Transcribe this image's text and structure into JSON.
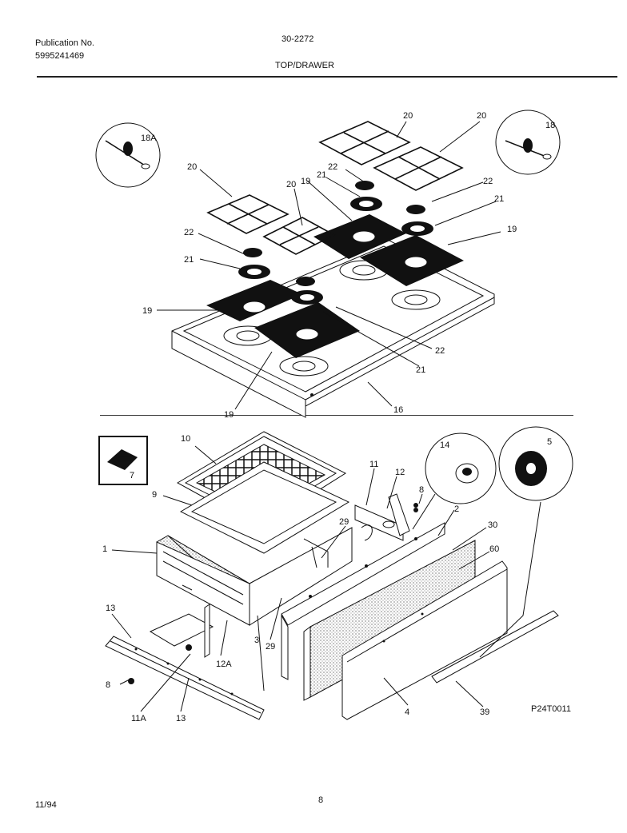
{
  "header": {
    "pub_label": "Publication No.",
    "pub_number": "5995241469",
    "doc_number": "30-2272",
    "section_title": "TOP/DRAWER"
  },
  "footer": {
    "date": "11/94",
    "page": "8"
  },
  "figure_code": "P24T0011",
  "callouts": {
    "c18A": "18A",
    "c18": "18",
    "c20a": "20",
    "c20b": "20",
    "c20c": "20",
    "c20d": "20",
    "c22a": "22",
    "c22b": "22",
    "c22c": "22",
    "c22d": "22",
    "c19a": "19",
    "c19b": "19",
    "c19c": "19",
    "c19d": "19",
    "c21a": "21",
    "c21b": "21",
    "c21c": "21",
    "c21d": "21",
    "c16": "16",
    "c10": "10",
    "c7": "7",
    "c9": "9",
    "c1": "1",
    "c11": "11",
    "c12": "12",
    "c8a": "8",
    "c8b": "8",
    "c14": "14",
    "c5": "5",
    "c2": "2",
    "c30": "30",
    "c60": "60",
    "c29a": "29",
    "c29b": "29",
    "c13a": "13",
    "c13b": "13",
    "c12A": "12A",
    "c11A": "11A",
    "c4": "4",
    "c39": "39",
    "c3": "3"
  }
}
